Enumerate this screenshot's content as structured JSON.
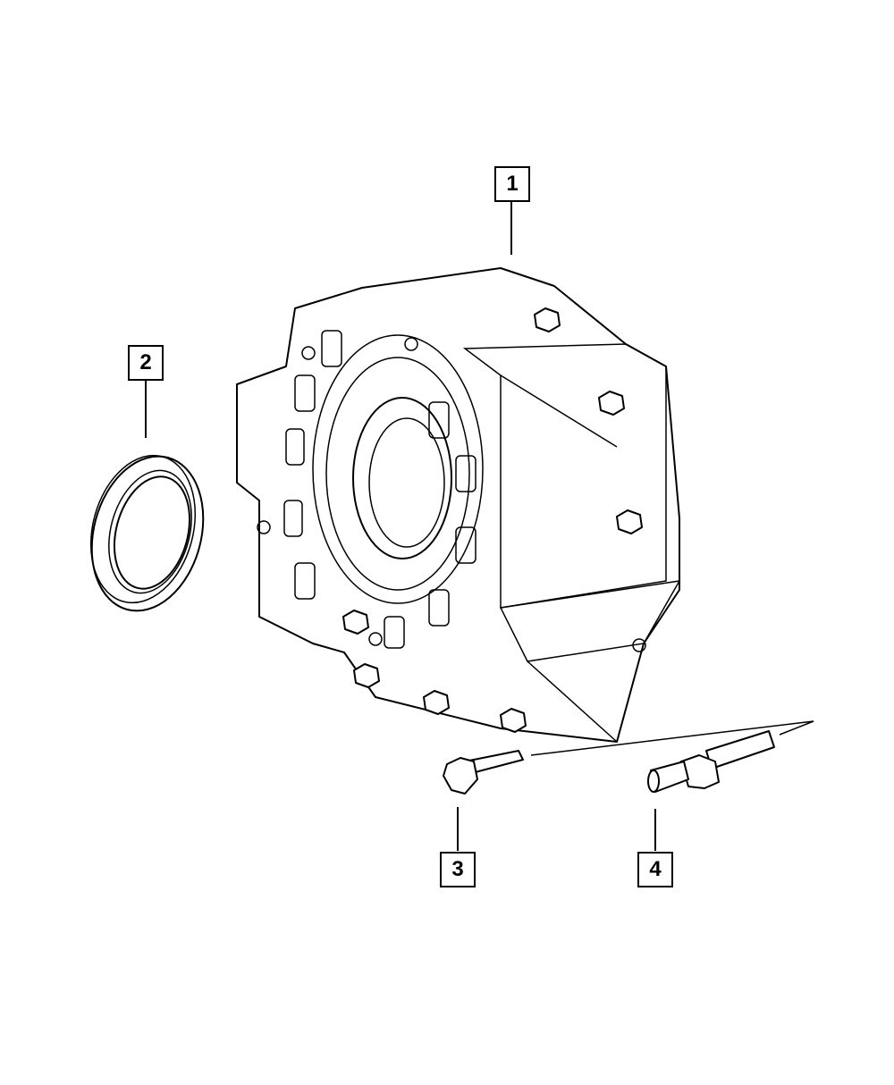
{
  "callouts": [
    {
      "number": "1",
      "part": "housing"
    },
    {
      "number": "2",
      "part": "seal"
    },
    {
      "number": "3",
      "part": "bolt"
    },
    {
      "number": "4",
      "part": "stud"
    }
  ],
  "colors": {
    "line": "#000000",
    "background": "#ffffff"
  }
}
